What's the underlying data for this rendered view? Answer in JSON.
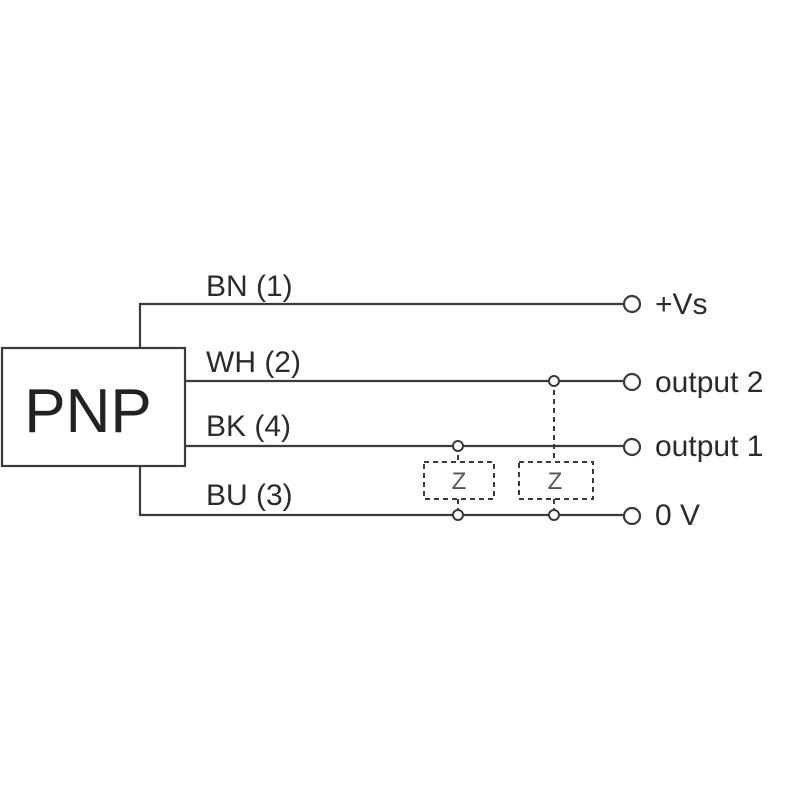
{
  "sensor": {
    "label": "PNP"
  },
  "wires": {
    "bn": {
      "label": "BN (1)",
      "terminal": "+Vs"
    },
    "wh": {
      "label": "WH (2)",
      "terminal": "output 2"
    },
    "bk": {
      "label": "BK (4)",
      "terminal": "output 1"
    },
    "bu": {
      "label": "BU (3)",
      "terminal": "0 V"
    }
  },
  "loads": {
    "load_a": "Z",
    "load_b": "Z"
  },
  "colors": {
    "line": "#3a3a3a",
    "text": "#2b2b2b",
    "background": "#ffffff"
  }
}
